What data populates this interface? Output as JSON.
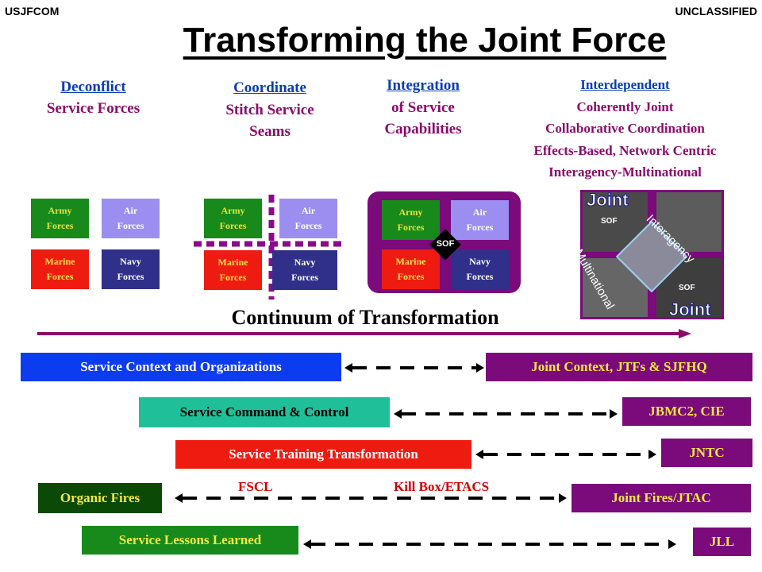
{
  "header": {
    "org": "USJFCOM",
    "classification": "UNCLASSIFIED",
    "title": "Transforming the Joint Force"
  },
  "stages": [
    {
      "head": "Deconflict",
      "lines": [
        "Service Forces"
      ]
    },
    {
      "head": "Coordinate",
      "lines": [
        "Stitch Service",
        "Seams"
      ]
    },
    {
      "head": "Integration",
      "lines": [
        "of Service",
        "Capabilities"
      ]
    },
    {
      "head": "Interdependent",
      "lines": [
        "Coherently Joint",
        "Collaborative Coordination",
        "Effects-Based, Network Centric",
        "Interagency-Multinational"
      ]
    }
  ],
  "forces": {
    "army": [
      "Army",
      "Forces"
    ],
    "air": [
      "Air",
      "Forces"
    ],
    "marine": [
      "Marine",
      "Forces"
    ],
    "navy": [
      "Navy",
      "Forces"
    ],
    "sof": "SOF"
  },
  "interdependent_graphic": {
    "joint_top": "Joint",
    "joint_bottom": "Joint",
    "interagency": "Interagency",
    "multinational": "Multinational",
    "sof_top": "SOF",
    "sof_bottom": "SOF"
  },
  "continuum": "Continuum of Transformation",
  "colors": {
    "purple": "#7b0a7b",
    "blue": "#0b3cb5",
    "teal": "#1fbf9a",
    "red": "#ee1c10",
    "green": "#0a4a06",
    "lime": "#178a1b"
  },
  "rows": [
    {
      "left": "Service Context and Organizations",
      "right": "Joint Context, JTFs & SJFHQ"
    },
    {
      "left": "Service Command & Control",
      "right": "JBMC2,  CIE"
    },
    {
      "left": "Service Training Transformation",
      "right": "JNTC"
    },
    {
      "left": "Organic Fires",
      "right": "Joint Fires/JTAC",
      "mid_left": "FSCL",
      "mid_right": "Kill Box/ETACS"
    },
    {
      "left": "Service Lessons Learned",
      "right": "JLL"
    }
  ]
}
